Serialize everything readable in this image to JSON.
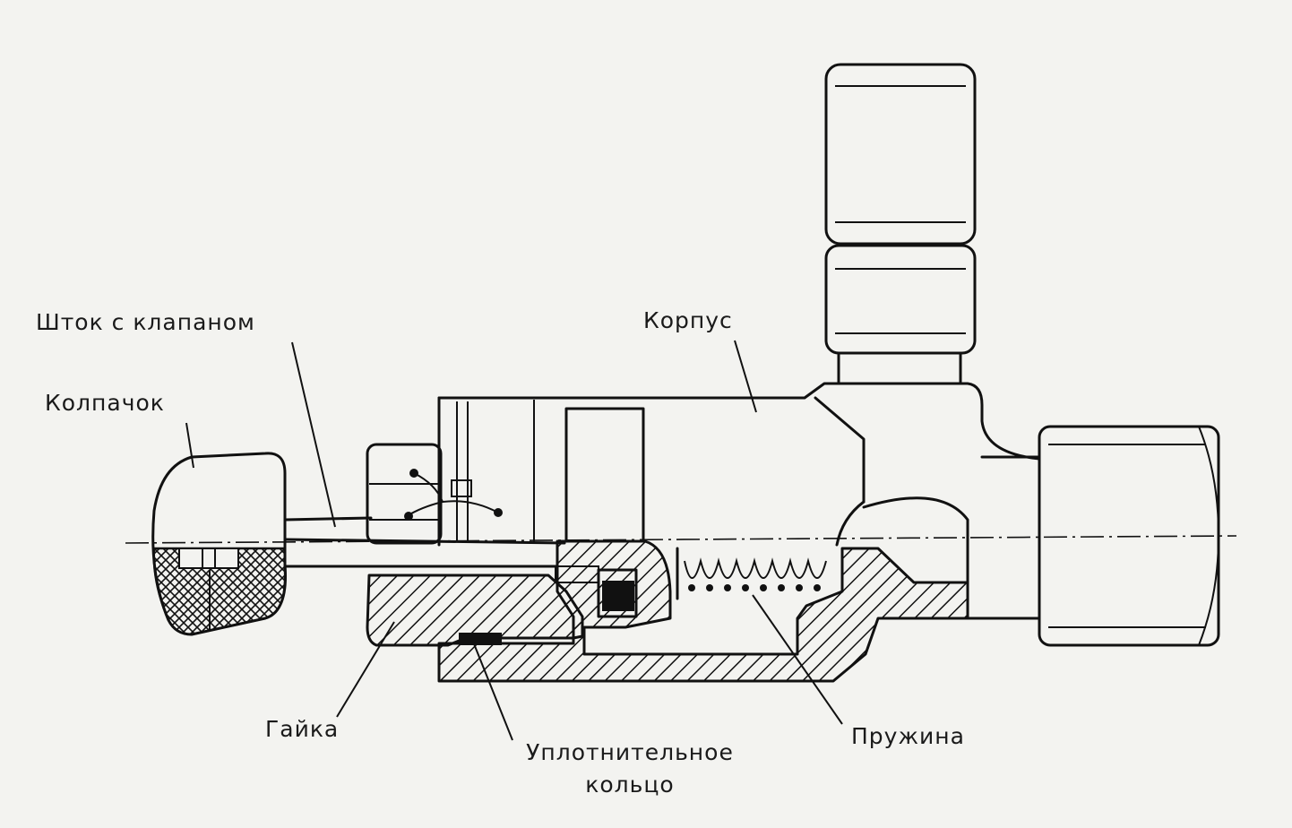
{
  "labels": {
    "stem": "Шток с клапаном",
    "cap": "Колпачок",
    "body": "Корпус",
    "nut": "Гайка",
    "spring": "Пружина",
    "seal_line1": "Уплотнительное",
    "seal_line2": "кольцо"
  },
  "colors": {
    "paper": "#f3f3f0",
    "ink": "#111111"
  }
}
